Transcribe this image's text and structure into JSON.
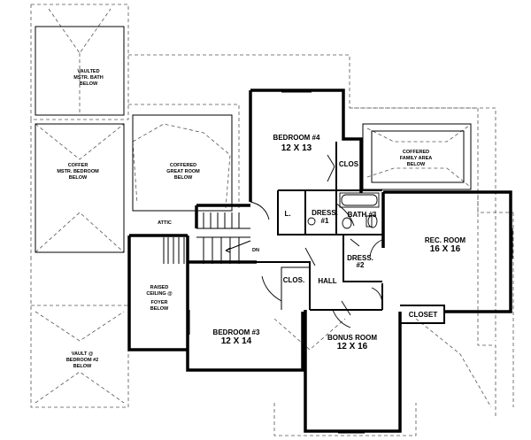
{
  "labels": {
    "vaulted_master_bath": [
      "VAULTED",
      "MSTR. BATH",
      "BELOW"
    ],
    "coffer_master_bedroom": [
      "COFFER",
      "MSTR. BEDROOM",
      "BELOW"
    ],
    "coffered_great_room": [
      "COFFERED",
      "GREAT ROOM",
      "BELOW"
    ],
    "bedroom4": [
      "BEDROOM #4",
      "12 X 13"
    ],
    "clos_bedroom4": "CLOS",
    "coffered_family_area": [
      "COFFERED",
      "FAMILY AREA",
      "BELOW"
    ],
    "linen": "L.",
    "dress1": [
      "DRESS.",
      "#1"
    ],
    "bath3": "BATH #3",
    "attic": "ATTIC",
    "stair_dn": "DN",
    "rec_room": [
      "REC. ROOM",
      "16 X 16"
    ],
    "dress2": [
      "DRESS.",
      "#2"
    ],
    "raised_ceiling_foyer": [
      "RAISED",
      "CEILING @",
      "FOYER",
      "BELOW"
    ],
    "clos_bedroom3": "CLOS.",
    "hall": "HALL",
    "closet": "CLOSET",
    "bedroom3": [
      "BEDROOM #3",
      "12 X 14"
    ],
    "bonus_room": [
      "BONUS ROOM",
      "12 X 16"
    ],
    "vault_bedroom2": [
      "VAULT @",
      "BEDROOM #2",
      "BELOW"
    ]
  }
}
